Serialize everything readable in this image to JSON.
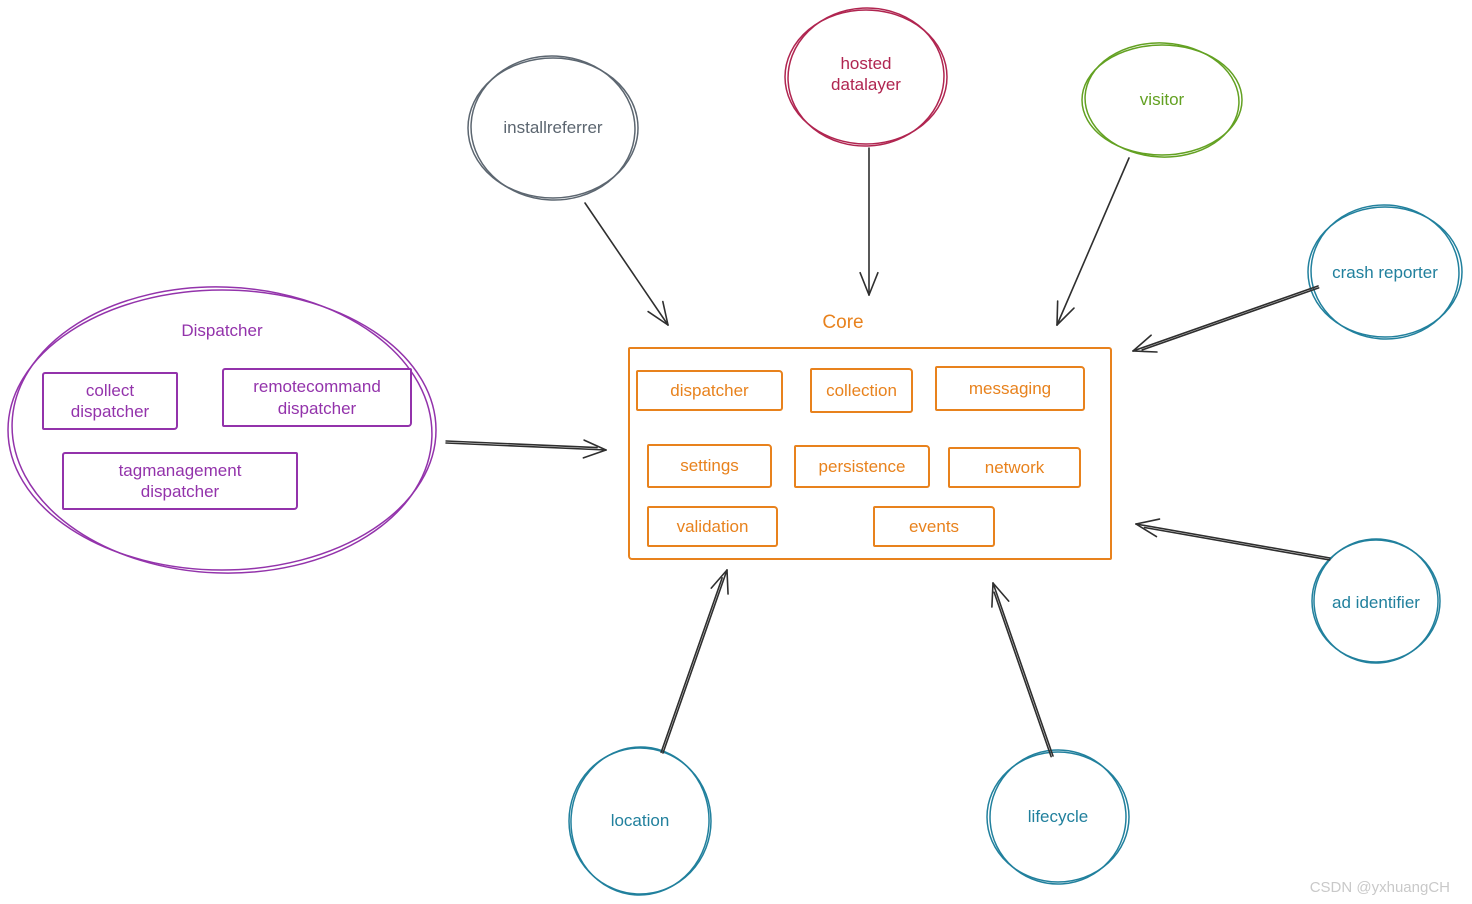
{
  "watermark": "CSDN @yxhuangCH",
  "core": {
    "title": "Core",
    "modules": {
      "dispatcher": "dispatcher",
      "collection": "collection",
      "messaging": "messaging",
      "settings": "settings",
      "persistence": "persistence",
      "network": "network",
      "validation": "validation",
      "events": "events"
    }
  },
  "dispatcher_group": {
    "title": "Dispatcher",
    "collect": "collect\ndispatcher",
    "remotecommand": "remotecommand\ndispatcher",
    "tagmanagement": "tagmanagement\ndispatcher"
  },
  "nodes": {
    "installreferrer": {
      "label": "installreferrer",
      "color": "#5c6670"
    },
    "hosted_datalayer": {
      "label": "hosted\ndatalayer",
      "color": "#b02550"
    },
    "visitor": {
      "label": "visitor",
      "color": "#63a122"
    },
    "crash_reporter": {
      "label": "crash reporter",
      "color": "#21809d"
    },
    "ad_identifier": {
      "label": "ad identifier",
      "color": "#21809d"
    },
    "location": {
      "label": "location",
      "color": "#21809d"
    },
    "lifecycle": {
      "label": "lifecycle",
      "color": "#21809d"
    }
  },
  "colors": {
    "core_accent": "#e8821d",
    "dispatcher_accent": "#9333ab",
    "arrow": "#2f2f2f",
    "background": "#ffffff",
    "watermark_gray": "#c9c9c9"
  }
}
